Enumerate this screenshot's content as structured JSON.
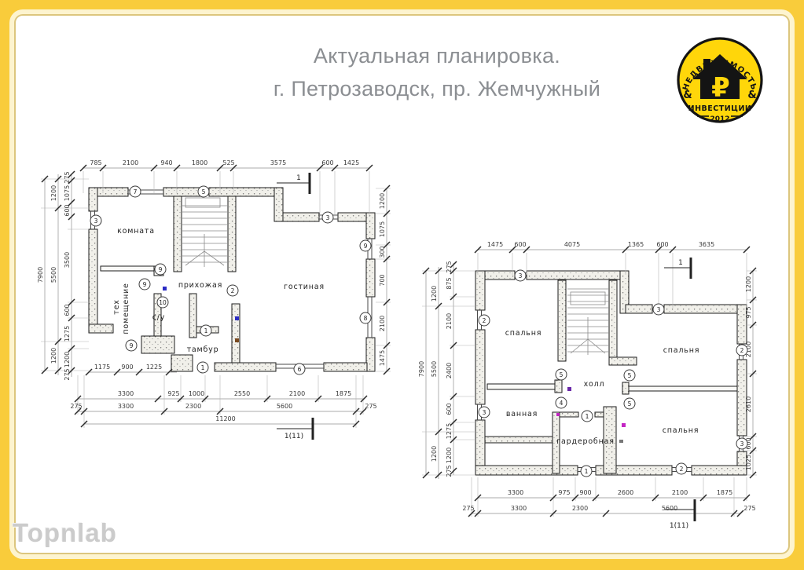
{
  "page": {
    "title1": "Актуальная планировка.",
    "title2": "г. Петрозаводск, пр. Жемчужный"
  },
  "colors": {
    "frame": "#F9CC3B",
    "logo_bg": "#FFD60A",
    "title_text": "#8B8E92"
  },
  "logo": {
    "arc_text": "НЕДВИЖИМОСТЬ",
    "amp_left": "&",
    "amp_right": "&",
    "ruble": "₽",
    "line2": "ИНВЕСТИЦИИ",
    "year": "2012"
  },
  "watermark": {
    "text": "Topnlab"
  },
  "plan1": {
    "rooms": {
      "komnata": "комната",
      "prihozh": "прихожая",
      "gost": "гостиная",
      "su": "с/у",
      "teh1": "тех",
      "teh2": "помещение",
      "tambur": "тамбур"
    },
    "top": [
      "785",
      "2100",
      "940",
      "1800",
      "525",
      "3575",
      "600",
      "1425"
    ],
    "left_outer": "7900",
    "left_mid": [
      "1200",
      "5500",
      "1200"
    ],
    "left_in": [
      "275",
      "1075",
      "600",
      "3500",
      "600",
      "1275",
      "1200",
      "275"
    ],
    "right": [
      "1200",
      "1075",
      "300",
      "700",
      "2100",
      "1475"
    ],
    "bot1": [
      "1175",
      "900",
      "1225"
    ],
    "bot2": [
      "3300",
      "925",
      "1000",
      "2550",
      "2100",
      "1875"
    ],
    "bot3": [
      "275",
      "3300",
      "2300",
      "5600",
      "275"
    ],
    "bot4": "11200",
    "sec_top": "1",
    "sec_bot": "1(11)",
    "markers": [
      "7",
      "5",
      "3",
      "3",
      "9",
      "9",
      "9",
      "2",
      "10",
      "1",
      "9",
      "8",
      "1",
      "6"
    ]
  },
  "plan2": {
    "rooms": {
      "sp1": "спальня",
      "sp2": "спальня",
      "sp3": "спальня",
      "hall": "холл",
      "van": "ванная",
      "gard": "гардеробная"
    },
    "top": [
      "1475",
      "600",
      "4075",
      "1365",
      "600",
      "3635"
    ],
    "left_outer": "7900",
    "left_mid": [
      "1200",
      "5500",
      "1200"
    ],
    "left_in": [
      "275",
      "875",
      "2100",
      "2400",
      "600",
      "1275",
      "1200",
      "275"
    ],
    "right": [
      "1200",
      "975",
      "2100",
      "2610",
      "600",
      "1025"
    ],
    "bot1": [
      "3300",
      "975",
      "900",
      "2600",
      "2100",
      "1875"
    ],
    "bot2": [
      "275",
      "3300",
      "2300",
      "5600",
      "275"
    ],
    "sec_top": "1",
    "sec_bot": "1(11)",
    "markers": [
      "3",
      "2",
      "3",
      "2",
      "3",
      "5",
      "5",
      "4",
      "5",
      "3",
      "1",
      "1",
      "2"
    ]
  }
}
